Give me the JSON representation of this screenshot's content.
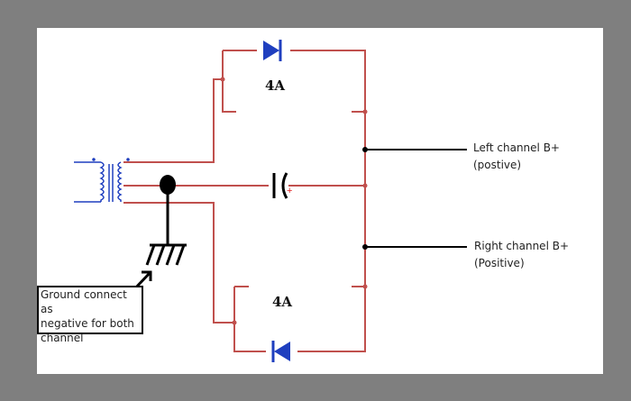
{
  "diagram": {
    "ratings": {
      "top_diode": "4A",
      "bottom_diode": "4A"
    },
    "labels": {
      "left_channel_line1": "Left channel B+",
      "left_channel_line2": "(postive)",
      "right_channel_line1": "Right channel B+",
      "right_channel_line2": "(Positive)",
      "capacitor_polarity": "+"
    },
    "ground_note": {
      "line1": "Ground connect as",
      "line2": "negative for both",
      "line3": "channel"
    },
    "colors": {
      "wire": "#c0504d",
      "component": "#1f3fbf",
      "annotation": "#000000",
      "frame": "#7f7f7f",
      "paper": "#ffffff"
    }
  }
}
